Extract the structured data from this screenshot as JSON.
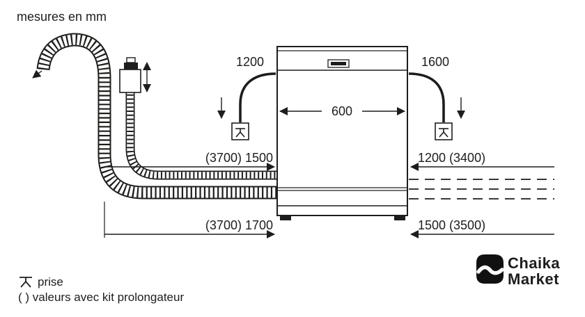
{
  "header": {
    "units_note": "mesures en mm"
  },
  "measurements": {
    "cable_left": "1200",
    "cable_right": "1600",
    "appliance_width": "600",
    "mid_left": "(3700) 1500",
    "mid_right": "1200 (3400)",
    "bottom_left": "(3700) 1700",
    "bottom_right": "1500 (3500)"
  },
  "legend": {
    "plug_label": "prise",
    "kit_label": "( ) valeurs avec kit prolongateur"
  },
  "logo": {
    "line1": "Chaika",
    "line2": "Market"
  },
  "colors": {
    "ink": "#1d1d1b",
    "background": "#ffffff"
  }
}
